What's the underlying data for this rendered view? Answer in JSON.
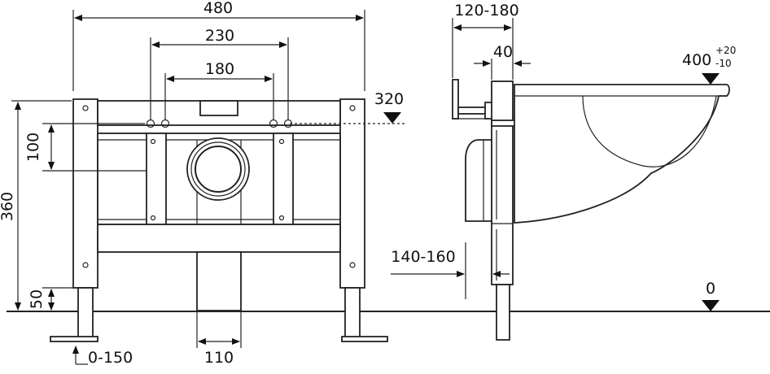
{
  "dimensions": {
    "width_480": "480",
    "width_230": "230",
    "width_180": "180",
    "height_320": "320",
    "height_100": "100",
    "height_360": "360",
    "height_50": "50",
    "foot_0_150": "0-150",
    "pipe_110": "110",
    "depth_120_180": "120-180",
    "depth_40": "40",
    "bowl_400": "400",
    "bowl_tol_plus": "+20",
    "bowl_tol_minus": "-10",
    "depth_140_160": "140-160",
    "floor_0": "0"
  },
  "colors": {
    "line": "#222222",
    "panel": "#e6e6e6",
    "background": "#ffffff"
  }
}
